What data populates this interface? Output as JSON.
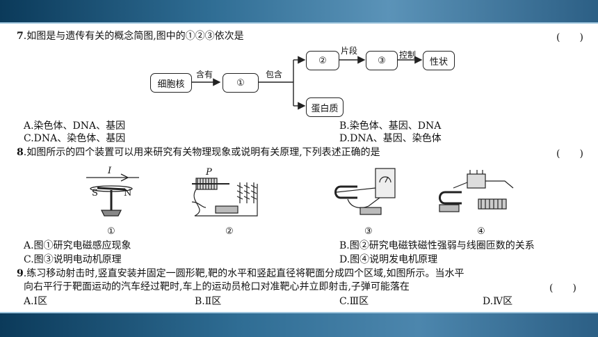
{
  "q7": {
    "number": "7",
    "stem": ".如图是与遗传有关的概念简图,图中的①②③依次是",
    "paren": "(　　)",
    "diagram": {
      "cell_nucleus": "细胞核",
      "contains": "含有",
      "node1": "①",
      "includes": "包含",
      "node2": "②",
      "segment": "片段",
      "node3": "③",
      "controls": "控制",
      "trait": "性状",
      "protein": "蛋白质"
    },
    "options": {
      "A": "A.染色体、DNA、基因",
      "B": "B.染色体、基因、DNA",
      "C": "C.DNA、染色体、基因",
      "D": "D.DNA、基因、染色体"
    }
  },
  "q8": {
    "number": "8",
    "stem": ".如图所示的四个装置可以用来研究有关物理现象或说明有关原理,下列表述正确的是",
    "paren": "(　　)",
    "figures": {
      "f1": "①",
      "f2": "②",
      "f3": "③",
      "f4": "④",
      "label_I": "I",
      "label_S": "S",
      "label_N": "N",
      "label_P": "P"
    },
    "options": {
      "A": "A.图①研究电磁感应现象",
      "B": "B.图②研究电磁铁磁性强弱与线圈匝数的关系",
      "C": "C.图③说明电动机原理",
      "D": "D.图④说明发电机原理"
    }
  },
  "q9": {
    "number": "9",
    "stem_line1": ".练习移动射击时,竖直安装并固定一圆形靶,靶的水平和竖起直径将靶面分成四个区域,如图所示。当水平",
    "stem_line2": "向右平行于靶面运动的汽车经过靶时,车上的运动员枪口对准靶心并立即射击,子弹可能落在",
    "paren": "(　　)",
    "options": {
      "A": "A.Ⅰ区",
      "B": "B.Ⅱ区",
      "C": "C.Ⅲ区",
      "D": "D.Ⅳ区"
    }
  }
}
